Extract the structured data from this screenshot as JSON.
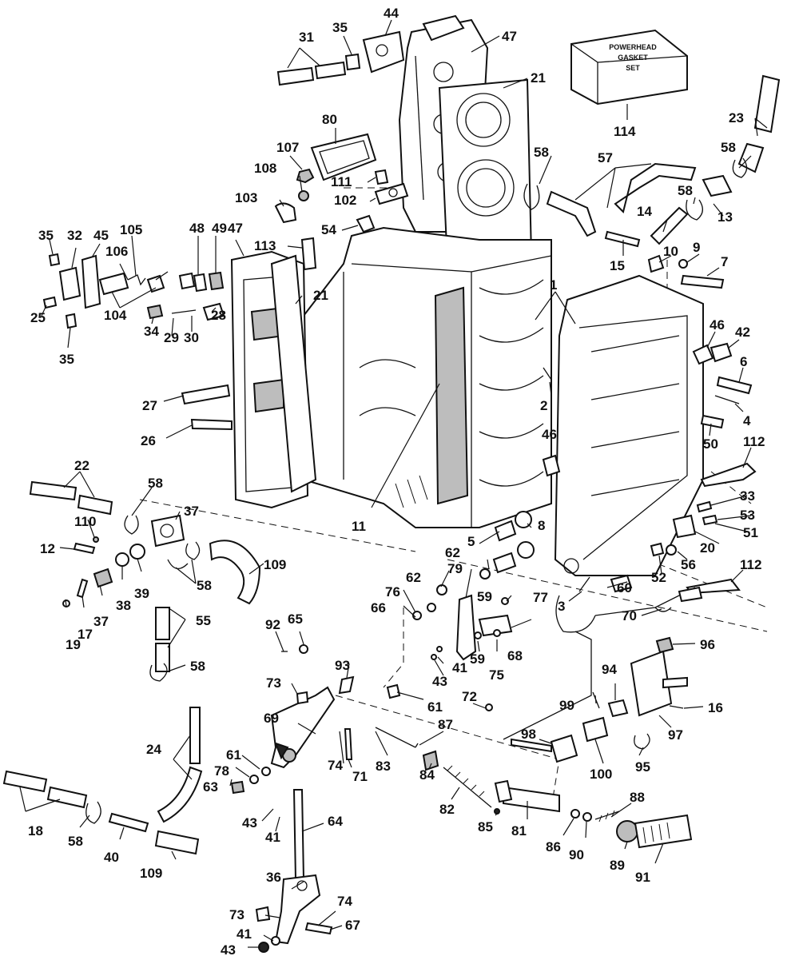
{
  "diagram": {
    "kit_box_lines": [
      "POWERHEAD",
      "GASKET",
      "SET"
    ],
    "callouts": {
      "c1": "1",
      "c2": "2",
      "c3": "3",
      "c4": "4",
      "c5": "5",
      "c6": "6",
      "c7": "7",
      "c8": "8",
      "c9": "9",
      "c10": "10",
      "c11": "11",
      "c12": "12",
      "c13": "13",
      "c14": "14",
      "c15": "15",
      "c16": "16",
      "c17": "17",
      "c18": "18",
      "c19": "19",
      "c20": "20",
      "c21a": "21",
      "c21b": "21",
      "c22": "22",
      "c23": "23",
      "c24": "24",
      "c25": "25",
      "c26": "26",
      "c27": "27",
      "c28": "28",
      "c29": "29",
      "c30": "30",
      "c31": "31",
      "c32": "32",
      "c33": "33",
      "c34": "34",
      "c35a": "35",
      "c35b": "35",
      "c35c": "35",
      "c36": "36",
      "c37a": "37",
      "c37b": "37",
      "c38": "38",
      "c39": "39",
      "c40": "40",
      "c41a": "41",
      "c41b": "41",
      "c41c": "41",
      "c42": "42",
      "c43a": "43",
      "c43b": "43",
      "c43c": "43",
      "c44": "44",
      "c45": "45",
      "c46a": "46",
      "c46b": "46",
      "c47a": "47",
      "c47b": "47",
      "c48": "48",
      "c49": "49",
      "c50": "50",
      "c51": "51",
      "c52": "52",
      "c53": "53",
      "c54": "54",
      "c55": "55",
      "c56": "56",
      "c57": "57",
      "c58a": "58",
      "c58b": "58",
      "c58c": "58",
      "c58d": "58",
      "c58e": "58",
      "c58f": "58",
      "c58g": "58",
      "c59a": "59",
      "c59b": "59",
      "c60": "60",
      "c61a": "61",
      "c61b": "61",
      "c62a": "62",
      "c62b": "62",
      "c63": "63",
      "c64": "64",
      "c65": "65",
      "c66": "66",
      "c67": "67",
      "c68": "68",
      "c69": "69",
      "c70": "70",
      "c71": "71",
      "c72": "72",
      "c73a": "73",
      "c73b": "73",
      "c74a": "74",
      "c74b": "74",
      "c75": "75",
      "c76": "76",
      "c77": "77",
      "c78": "78",
      "c79": "79",
      "c80": "80",
      "c81": "81",
      "c82": "82",
      "c83": "83",
      "c84": "84",
      "c85": "85",
      "c86": "86",
      "c87": "87",
      "c88": "88",
      "c89": "89",
      "c90": "90",
      "c91": "91",
      "c92": "92",
      "c93": "93",
      "c94": "94",
      "c95": "95",
      "c96": "96",
      "c97": "97",
      "c98": "98",
      "c99": "99",
      "c100": "100",
      "c102": "102",
      "c103": "103",
      "c104": "104",
      "c105": "105",
      "c106": "106",
      "c107": "107",
      "c108": "108",
      "c109a": "109",
      "c109b": "109",
      "c110": "110",
      "c111": "111",
      "c112a": "112",
      "c112b": "112",
      "c113": "113",
      "c114": "114"
    }
  }
}
